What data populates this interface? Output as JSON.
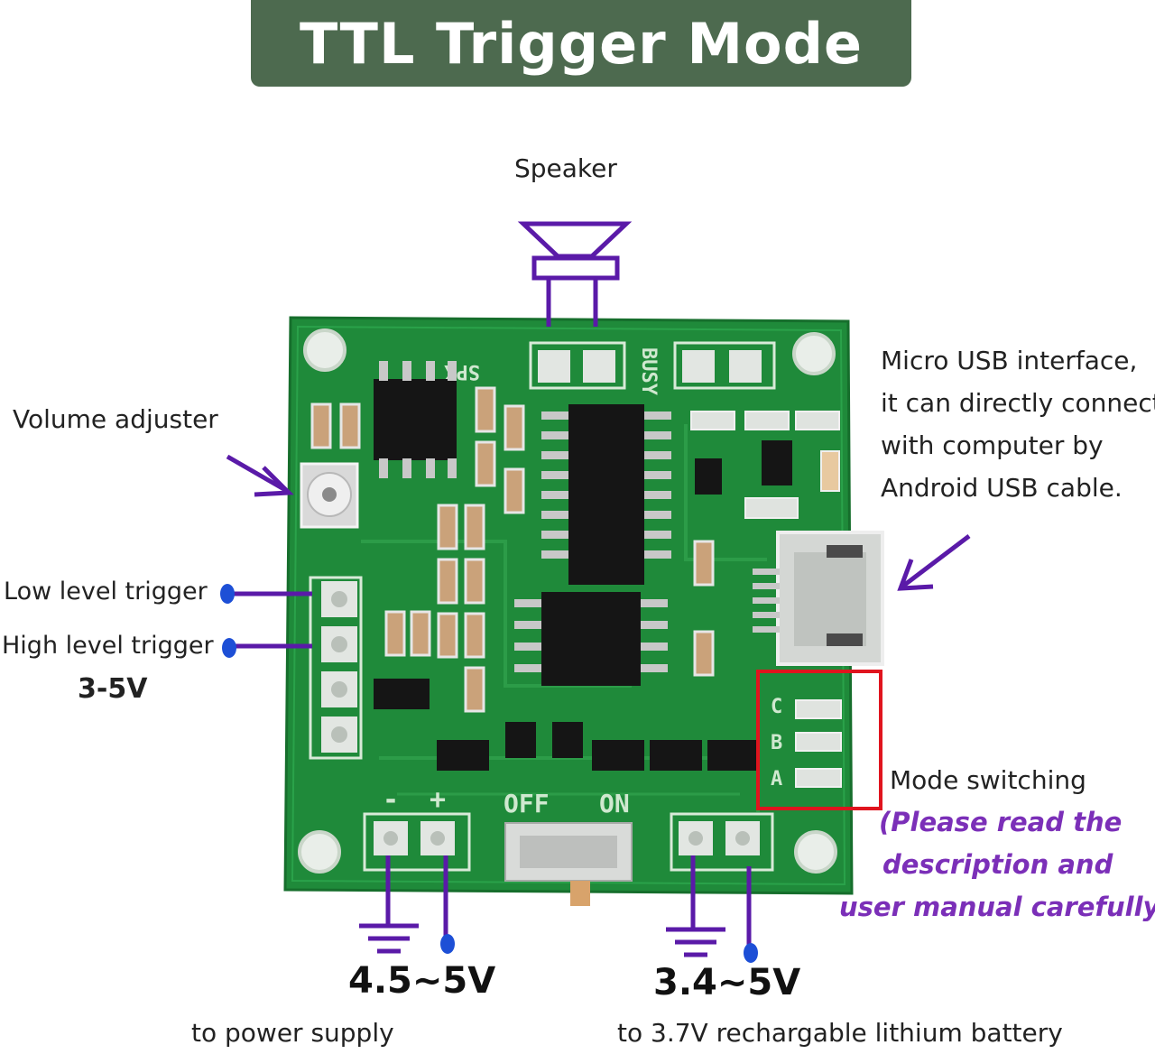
{
  "title": "TTL Trigger Mode",
  "labels": {
    "speaker": "Speaker",
    "volume_adjuster": "Volume adjuster",
    "low_level_trigger": "Low level trigger",
    "high_level_trigger": "High level trigger",
    "trigger_voltage": "3-5V",
    "usb_lines": [
      "Micro USB interface,",
      "it can directly connect",
      "with computer by",
      "Android USB cable."
    ],
    "mode_switching": "Mode switching",
    "mode_note_lines": [
      "(Please read the",
      "description and",
      "user manual carefully)"
    ],
    "power_voltage": "4.5~5V",
    "battery_voltage": "3.4~5V",
    "power_desc": "to power supply",
    "battery_desc": "to 3.7V rechargable lithium battery"
  },
  "board_silkscreen": {
    "spk": "SPK",
    "busy": "BUSY",
    "off": "OFF",
    "on": "ON",
    "minus": "-",
    "plus": "+",
    "mode_a": "A",
    "mode_b": "B",
    "mode_c": "C"
  },
  "colors": {
    "banner": "#4d6a4f",
    "pcb": "#1f8a3a",
    "annotation": "#5a1aa8",
    "highlight": "#e0141e",
    "note_text": "#7b2fb8"
  },
  "icons": [
    "speaker-icon",
    "ground-icon",
    "arrow-icon",
    "pin-dot-icon"
  ]
}
